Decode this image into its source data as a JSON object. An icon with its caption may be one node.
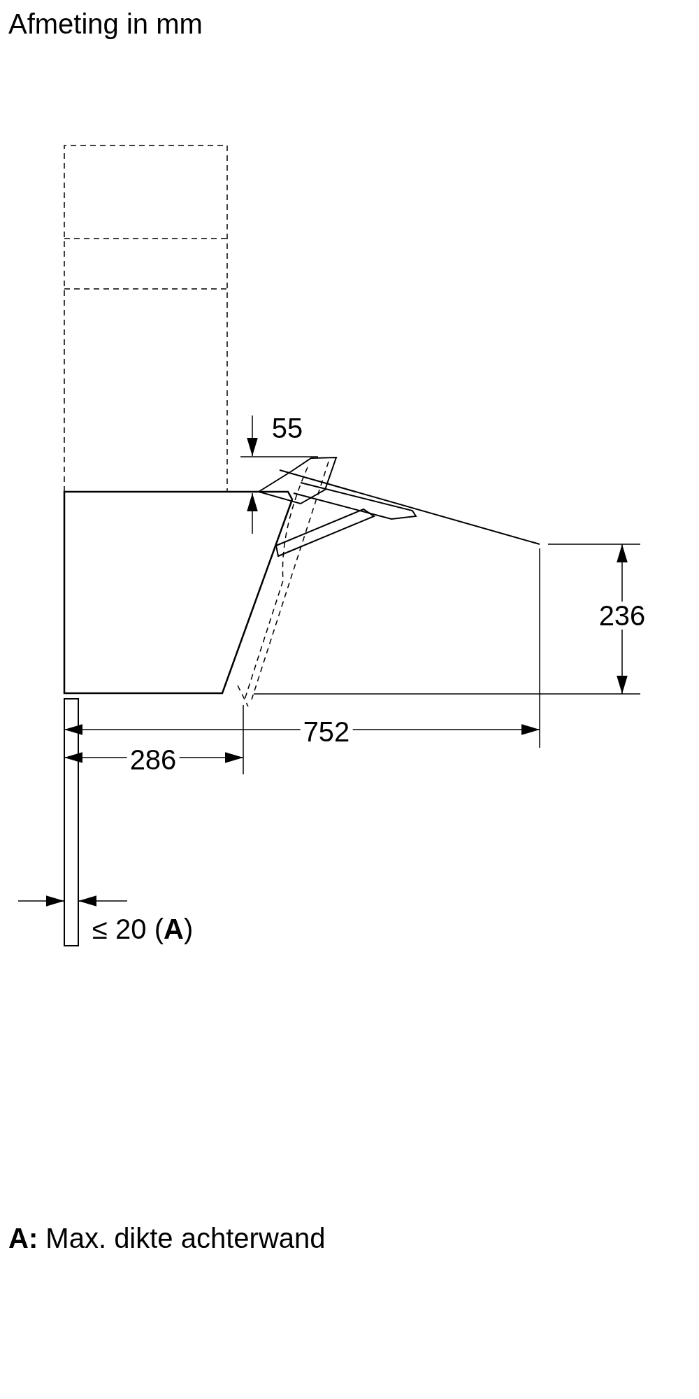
{
  "diagram": {
    "title": "Afmeting in mm",
    "labels": [
      "55",
      "236",
      "752",
      "286",
      "≤ 20 (**A**)",
      "**A:** Max. dikte achterwand"
    ]
  }
}
